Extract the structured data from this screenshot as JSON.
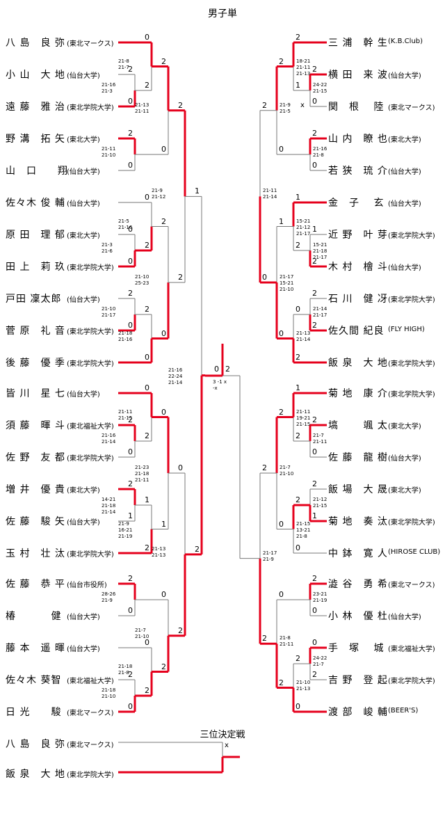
{
  "title": "男子単",
  "third_place_title": "三位決定戦",
  "left_players": [
    {
      "name": "八 島　良 弥",
      "aff": "(東北マークス)"
    },
    {
      "name": "小 山　大 地",
      "aff": "(仙台大学)"
    },
    {
      "name": "遠 藤　雅 治",
      "aff": "(東北学院大学)"
    },
    {
      "name": "野 溝　拓 矢",
      "aff": "(東北大学)"
    },
    {
      "name": "山　口　　翔",
      "aff": "(仙台大学)"
    },
    {
      "name": "佐々木 俊 輔",
      "aff": "(仙台大学)"
    },
    {
      "name": "原 田　理 郁",
      "aff": "(東北大学)"
    },
    {
      "name": "田 上　莉 玖",
      "aff": "(東北学院大学)"
    },
    {
      "name": "戸田 凜太郎",
      "aff": "(仙台大学)"
    },
    {
      "name": "菅 原　礼 音",
      "aff": "(東北学院大学)"
    },
    {
      "name": "後 藤　優 季",
      "aff": "(東北学院大学)"
    },
    {
      "name": "皆 川　星 七",
      "aff": "(仙台大学)"
    },
    {
      "name": "須 藤　暉 斗",
      "aff": "(東北福祉大学)"
    },
    {
      "name": "佐 野　友 都",
      "aff": "(東北学院大学)"
    },
    {
      "name": "増 井　優 貴",
      "aff": "(東北大学)"
    },
    {
      "name": "佐 藤　駿 矢",
      "aff": "(仙台大学)"
    },
    {
      "name": "玉 村　壮 汰",
      "aff": "(東北学院大学)"
    },
    {
      "name": "佐 藤　恭 平",
      "aff": "(仙台市役所)"
    },
    {
      "name": "椿　　　 健",
      "aff": "(仙台大学)"
    },
    {
      "name": "藤 本　遥 暉",
      "aff": "(仙台大学)"
    },
    {
      "name": "佐々木 葵智",
      "aff": "(東北福祉大学)"
    },
    {
      "name": "日 光　　駿",
      "aff": "(東北マークス)"
    }
  ],
  "right_players": [
    {
      "name": "三 浦　幹 生",
      "aff": "(K.B.Club)"
    },
    {
      "name": "横 田　来 波",
      "aff": "(仙台大学)"
    },
    {
      "name": "関　根　 陸",
      "aff": "(東北マークス)"
    },
    {
      "name": "山 内　瞭 也",
      "aff": "(東北大学)"
    },
    {
      "name": "若 狭　琉 介",
      "aff": "(仙台大学)"
    },
    {
      "name": "金　子　 玄",
      "aff": "(仙台大学)"
    },
    {
      "name": "近 野　叶 芽",
      "aff": "(東北学院大学)"
    },
    {
      "name": "木 村　檜 斗",
      "aff": "(仙台大学)"
    },
    {
      "name": "石 川　健 冴",
      "aff": "(東北学院大学)"
    },
    {
      "name": "佐久間 紀良",
      "aff": "(FLY HIGH)"
    },
    {
      "name": "飯 泉　大 地",
      "aff": "(東北学院大学)"
    },
    {
      "name": "菊 地　康 介",
      "aff": "(東北学院大学)"
    },
    {
      "name": "塙　　 颯 太",
      "aff": "(東北大学)"
    },
    {
      "name": "佐 藤　龍 樹",
      "aff": "(仙台大学)"
    },
    {
      "name": "飯 場　大 晟",
      "aff": "(東北大学)"
    },
    {
      "name": "菊 地　奏 汰",
      "aff": "(東北学院大学)"
    },
    {
      "name": "中 鉢　寛 人",
      "aff": "(HIROSE CLUB)"
    },
    {
      "name": "澁 谷　勇 希",
      "aff": "(東北マークス)"
    },
    {
      "name": "小 林　優 杜",
      "aff": "(仙台大学)"
    },
    {
      "name": "手　塚　 城",
      "aff": "(東北福祉大学)"
    },
    {
      "name": "吉 野　登 起",
      "aff": "(東北学院大学)"
    },
    {
      "name": "渡 部　峻 輔",
      "aff": "(BEER'S)"
    }
  ],
  "third_place_players": [
    {
      "name": "八 島　良 弥",
      "aff": "(東北マークス)"
    },
    {
      "name": "飯 泉　大 地",
      "aff": "(東北学院大学)"
    }
  ],
  "left_games": [
    {
      "scores": [
        "2",
        "0"
      ],
      "sub": "21-16\n21-3"
    },
    {
      "scores": [
        "0",
        "2"
      ],
      "sub": "21-8\n21-7"
    },
    {
      "scores": [
        "2",
        "0"
      ],
      "sub": "21-11\n21-10"
    },
    {
      "scores": [
        "2",
        "0"
      ],
      "sub": "21-13\n21-11"
    },
    {
      "scores": [
        "0",
        "0"
      ],
      "sub": "21-3\n21-6"
    },
    {
      "scores": [
        "0",
        "2"
      ],
      "sub": "21-5\n21-16"
    },
    {
      "scores": [
        "2",
        "0"
      ],
      "sub": "21-10\n21-17"
    },
    {
      "scores": [
        "2",
        "0"
      ],
      "sub": "21-18\n21-16"
    },
    {
      "scores": [
        "2",
        "0"
      ],
      "sub": "21-10\n25-23"
    },
    {
      "scores": [
        "2",
        "2"
      ],
      "sub": "21-9\n21-12"
    },
    {
      "scores": [
        "2",
        "0"
      ],
      "sub": "21-16\n21-14"
    },
    {
      "scores": [
        "0",
        "2"
      ],
      "sub": "21-11\n21-15"
    },
    {
      "scores": [
        "2",
        "1"
      ],
      "sub": "14-21\n21-18\n21-14"
    },
    {
      "scores": [
        "1",
        "2"
      ],
      "sub": "21-9\n16-21\n21-19"
    },
    {
      "scores": [
        "0",
        "1"
      ],
      "sub": "21-23\n21-18\n21-11"
    },
    {
      "scores": [
        "2",
        "0"
      ],
      "sub": "28-26\n21-9"
    },
    {
      "scores": [
        "2",
        "0"
      ],
      "sub": "21-18\n21-10"
    },
    {
      "scores": [
        "0",
        "2"
      ],
      "sub": "21-18\n21-8"
    },
    {
      "scores": [
        "0",
        "2"
      ],
      "sub": "21-7\n21-10"
    },
    {
      "scores": [
        "0",
        "2"
      ],
      "sub": "21-13\n21-13"
    },
    {
      "scores": [
        "1",
        "2"
      ],
      "sub": "21-16\n22-24\n21-14"
    }
  ],
  "right_games": [
    {
      "scores": [
        "2",
        "0"
      ],
      "sub": "24-22\n21-15"
    },
    {
      "scores": [
        "2",
        "1"
      ],
      "sub": "18-21\n21-11\n21-13"
    },
    {
      "scores": [
        "2",
        "0"
      ],
      "sub": "21-16\n21-8"
    },
    {
      "scores": [
        "2",
        "0"
      ],
      "sub": "21-9\n21-5"
    },
    {
      "scores": [
        "1",
        "2"
      ],
      "sub": "15-21\n21-18\n21-17"
    },
    {
      "scores": [
        "1",
        "2"
      ],
      "sub": "15-21\n21-12\n21-17"
    },
    {
      "scores": [
        "2",
        "2"
      ],
      "sub": "21-14\n21-17"
    },
    {
      "scores": [
        "0",
        "2"
      ],
      "sub": "21-13\n21-14"
    },
    {
      "scores": [
        "1",
        "0"
      ],
      "sub": "21-17\n15-21\n21-10"
    },
    {
      "scores": [
        "2",
        "0"
      ],
      "sub": "21-11\n21-14"
    },
    {
      "scores": [
        "2",
        "0"
      ],
      "sub": "21-7\n21-11"
    },
    {
      "scores": [
        "1",
        "2"
      ],
      "sub": "21-11\n19-21\n21-15"
    },
    {
      "scores": [
        "2",
        "1"
      ],
      "sub": "21-12\n21-15"
    },
    {
      "scores": [
        "2",
        "0"
      ],
      "sub": "21-15\n13-21\n21-8"
    },
    {
      "scores": [
        "2",
        "0"
      ],
      "sub": "21-7\n21-10"
    },
    {
      "scores": [
        "2",
        "0"
      ],
      "sub": "23-21\n21-19"
    },
    {
      "scores": [
        "0",
        "2"
      ],
      "sub": "24-22\n21-7"
    },
    {
      "scores": [
        "2",
        "0"
      ],
      "sub": "21-10\n21-13"
    },
    {
      "scores": [
        "0",
        "2"
      ],
      "sub": "21-8\n21-11"
    },
    {
      "scores": [
        "2",
        "2"
      ],
      "sub": "21-17\n21-9"
    }
  ],
  "final": {
    "scores": [
      "0",
      "2"
    ],
    "sub": "3 -1 x\n-x"
  },
  "marks": {
    "walkover": "x"
  }
}
